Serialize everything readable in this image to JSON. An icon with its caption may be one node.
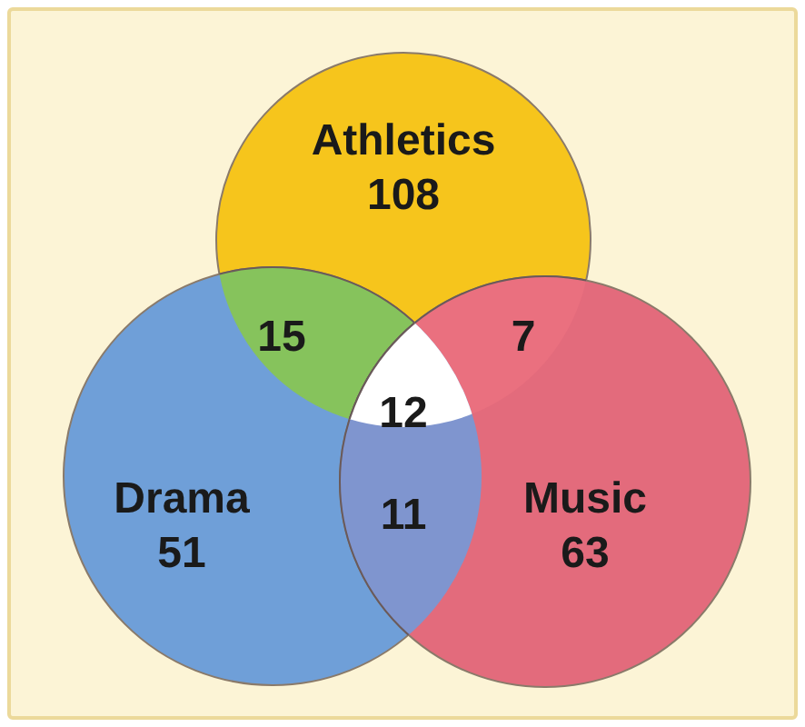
{
  "diagram": {
    "nodes": [
      {
        "text": [
          "Athletics",
          "108"
        ]
      },
      {
        "text": [
          "Drama",
          "51"
        ]
      },
      {
        "text": [
          "Music",
          "63"
        ]
      }
    ],
    "labels": [
      "15",
      "7",
      "12",
      "11"
    ]
  }
}
